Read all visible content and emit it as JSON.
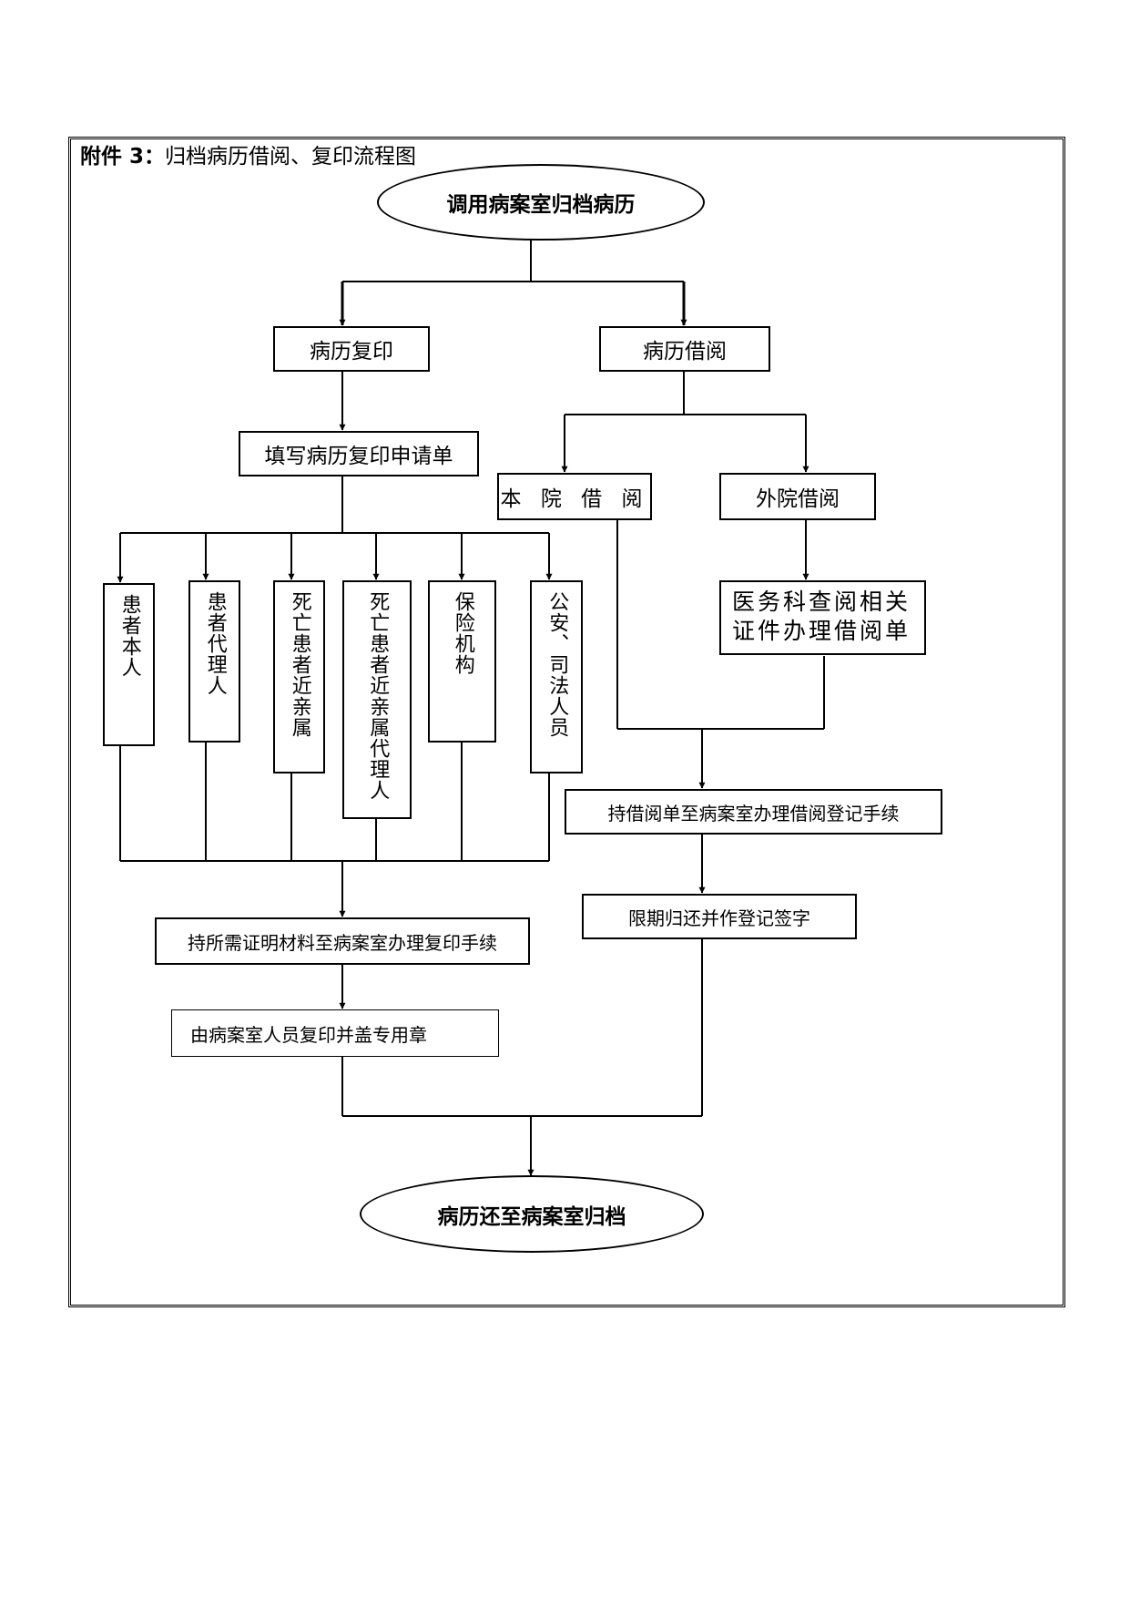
{
  "heading": {
    "prefix": "附件 3：",
    "title": "归档病历借阅、复印流程图"
  },
  "start": "调用病案室归档病历",
  "copy_branch": {
    "label": "病历复印",
    "apply": "填写病历复印申请单",
    "applicants": [
      "患者本人",
      "患者代理人",
      "死亡患者近亲属",
      "死亡患者近亲属代理人",
      "保险机构",
      "公安、司法人员"
    ],
    "submit": "持所需证明材料至病案室办理复印手续",
    "stamp": "由病案室人员复印并盖专用章"
  },
  "borrow_branch": {
    "label": "病历借阅",
    "internal": "本 院 借 阅",
    "external": "外院借阅",
    "verify_line1": "医务科查阅相关",
    "verify_line2": "证件办理借阅单",
    "register": "持借阅单至病案室办理借阅登记手续",
    "return": "限期归还并作登记签字"
  },
  "end": "病历还至病案室归档"
}
